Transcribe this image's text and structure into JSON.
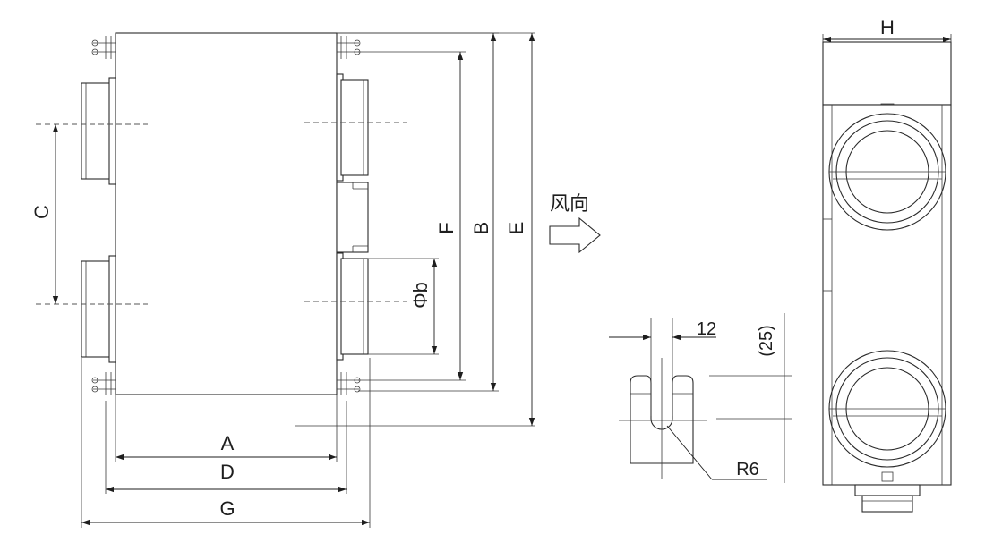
{
  "front_view": {
    "dim_A": "A",
    "dim_D": "D",
    "dim_G": "G",
    "dim_C": "C",
    "dim_F": "F",
    "dim_B": "B",
    "dim_E": "E",
    "dim_phi_b": "Φb"
  },
  "airflow": {
    "label": "风向"
  },
  "side_view": {
    "dim_H": "H"
  },
  "slot_detail": {
    "width": "12",
    "depth": "(25)",
    "radius": "R6"
  }
}
